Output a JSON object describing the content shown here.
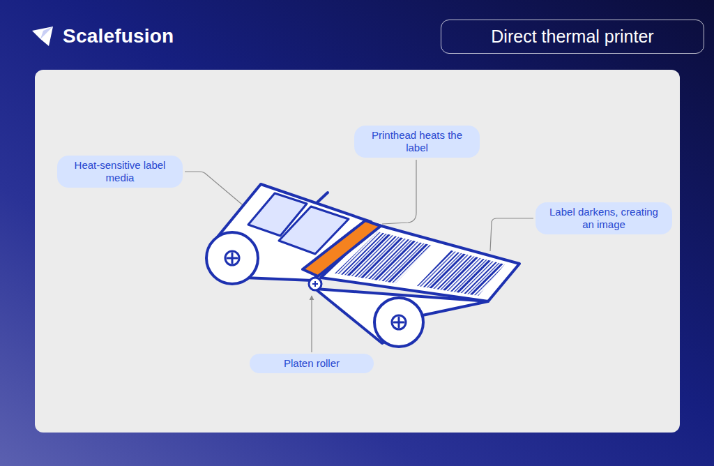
{
  "diagram": {
    "title": "Direct thermal printer",
    "nodes": [
      {
        "text": [
          "Printhead heats the label"
        ]
      },
      {
        "text": [
          "Heat-sensitive label media"
        ]
      },
      {
        "text": [
          "Label darkens, creating an image"
        ]
      },
      {
        "text": [
          "Platen roller"
        ]
      }
    ],
    "labels": [
      "Scalefusion"
    ]
  }
}
